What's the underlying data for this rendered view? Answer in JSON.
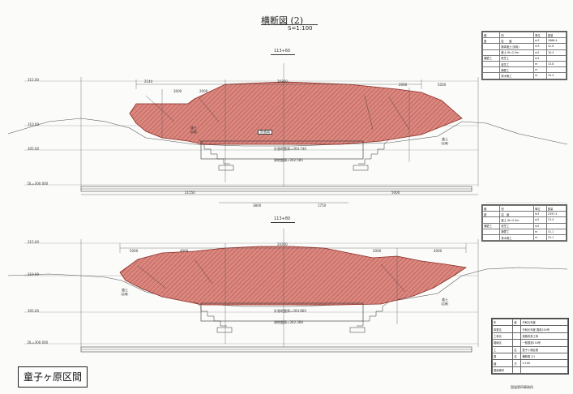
{
  "sheet": {
    "title": "横断図 (2)",
    "scale": "S=1:100",
    "section_label": "童子ヶ原区間"
  },
  "upper": {
    "station": "113+60",
    "station_sub": "",
    "left_levels": [
      "315.00",
      "310.00",
      "305.00"
    ],
    "datum": "DL=300.000",
    "annotations": {
      "embank_left": "盛土",
      "embank_left_sub": "（岩塊）",
      "embank_right": "盛土",
      "embank_right_sub": "（岩塊）",
      "center_note": "計画高",
      "plan_ground": "計画地盤高=304.740",
      "existing_ground": "現地盤高=302.585"
    },
    "dims": {
      "top_total": "20350",
      "left_a": "2144",
      "left_b": "3000",
      "left_c": "2000",
      "right_a": "2000",
      "right_b": "5000",
      "bottom_total": "21550",
      "bottom_right": "5000",
      "bottom_mid_left": "3800",
      "bottom_mid_right": "1750"
    },
    "table": {
      "header": [
        "種",
        "別",
        "単位",
        "数量"
      ],
      "rows": [
        [
          "盛",
          "岩　　盤",
          "m3",
          "2866.4"
        ],
        [
          "",
          "路体盛土(流用)",
          "m3",
          "41.8"
        ],
        [
          "",
          "盛土 W=2.5m",
          "m2",
          "10.4"
        ],
        [
          "擁壁工",
          "張芝工",
          "m2",
          ""
        ],
        [
          "",
          "張芝工",
          "m",
          "13.8"
        ],
        [
          "",
          "擁壁工",
          "m",
          ""
        ],
        [
          "",
          "排水管工",
          "m",
          "15.4"
        ]
      ]
    }
  },
  "lower": {
    "station": "113+80",
    "station_sub": "",
    "left_levels": [
      "315.00",
      "310.00",
      "305.00"
    ],
    "datum": "DL=300.000",
    "annotations": {
      "embank_left": "盛土",
      "embank_left_sub": "（岩塊）",
      "embank_right": "盛土",
      "embank_right_sub": "（岩塊）",
      "plan_ground": "計画地盤高=304.860",
      "existing_ground": "現地盤高=302.368"
    },
    "dims": {
      "top_total": "20350",
      "left_a": "5000",
      "left_b": "4000",
      "right_a": "2000",
      "right_b": "4000"
    },
    "table": {
      "header": [
        "種",
        "別",
        "単位",
        "数量"
      ],
      "rows": [
        [
          "盛",
          "岩　盤",
          "m3",
          "2597.5"
        ],
        [
          "",
          "盛土 W=2.5m",
          "m2",
          "13.4"
        ],
        [
          "擁壁工",
          "張芝工",
          "m2",
          ""
        ],
        [
          "",
          "擁壁工",
          "m",
          "31.1"
        ],
        [
          "",
          "排水管工",
          "m",
          "25.1"
        ]
      ]
    }
  },
  "title_block": {
    "rows": [
      [
        "年",
        "度",
        "令和元年度"
      ],
      [
        "事業名",
        "",
        "令和元年度 国道154号"
      ],
      [
        "工事名",
        "",
        "道路改良工事"
      ],
      [
        "路線名",
        "",
        "一般国道154号"
      ],
      [
        "工",
        "区",
        "童子ヶ原区間"
      ],
      [
        "図",
        "名",
        "横断図 (2)"
      ],
      [
        "縮",
        "尺",
        "1:100"
      ],
      [
        "図面番号",
        "",
        ""
      ]
    ],
    "office": "国道第四事務所"
  }
}
